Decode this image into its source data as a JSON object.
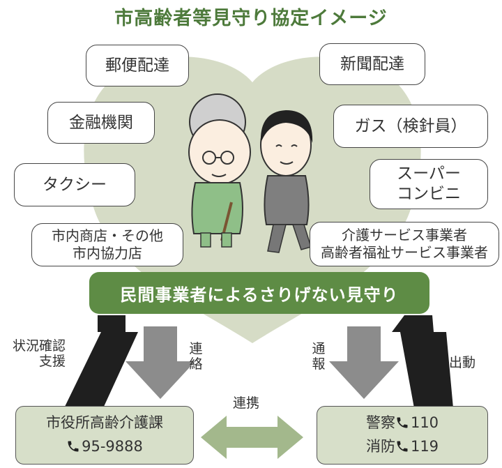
{
  "title": "市高齢者等見守り協定イメージ",
  "partners": {
    "postal": "郵便配達",
    "newspaper": "新聞配達",
    "finance": "金融機関",
    "gas": "ガス（検針員）",
    "taxi": "タクシー",
    "supermarket_line1": "スーパー",
    "supermarket_line2": "コンビニ",
    "shops_line1": "市内商店・その他",
    "shops_line2": "市内協力店",
    "care_line1": "介護サービス事業者",
    "care_line2": "高齢者福祉サービス事業者"
  },
  "banner": "民間事業者によるさりげない見守り",
  "arrows": {
    "support": [
      "状況確認",
      "支援"
    ],
    "contact": [
      "連",
      "絡"
    ],
    "report": [
      "通",
      "報"
    ],
    "dispatch": "出動",
    "cooperation": "連携"
  },
  "city_office": {
    "name": "市役所高齢介護課",
    "phone": "95-9888"
  },
  "emergency": {
    "police_label": "警察",
    "police_number": "110",
    "fire_label": "消防",
    "fire_number": "119"
  },
  "colors": {
    "heart": "#d6dcc6",
    "banner": "#5e8c45",
    "title": "#4d7a3b",
    "gray_arrow": "#8c8c8c",
    "black_arrow": "#1f1f1f",
    "green_arrow": "#a3b88c"
  }
}
